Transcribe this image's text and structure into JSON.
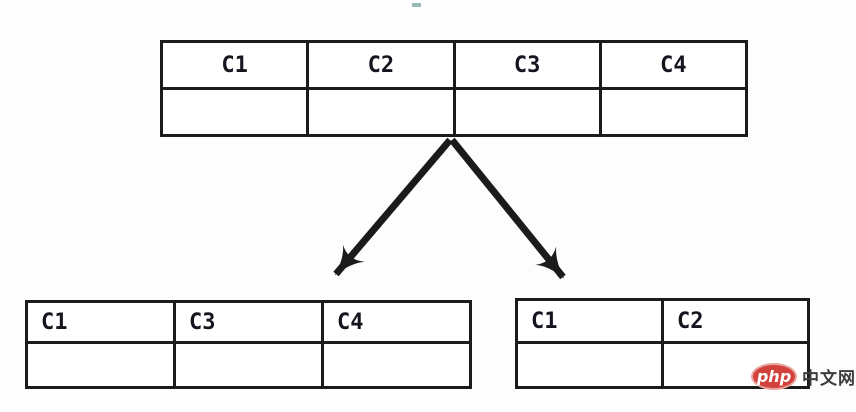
{
  "diagram": {
    "description": "table vertical split diagram",
    "source_table": {
      "columns": [
        "C1",
        "C2",
        "C3",
        "C4"
      ],
      "data_rows": 1,
      "data_values": [
        "",
        "",
        "",
        ""
      ]
    },
    "split_left_table": {
      "columns": [
        "C1",
        "C3",
        "C4"
      ],
      "data_rows": 1,
      "data_values": [
        "",
        "",
        ""
      ]
    },
    "split_right_table": {
      "columns": [
        "C1",
        "C2"
      ],
      "data_rows": 1,
      "data_values": [
        "",
        ""
      ]
    }
  },
  "watermark": {
    "badge_label": "php",
    "site_label": "中文网",
    "badge_color": "#d2413c",
    "text_color": "#3c3c3c"
  },
  "colors": {
    "table_border": "#1b1b1b",
    "arrow": "#1b1b1b",
    "header_text": "#15151f",
    "background": "#fdfdfd"
  }
}
